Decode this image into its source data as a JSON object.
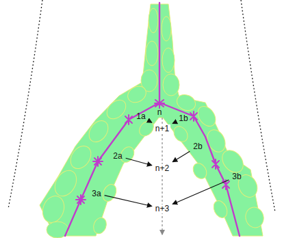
{
  "diagram": {
    "nodes": [
      {
        "text": [
          "n"
        ]
      },
      {
        "text": [
          "1a"
        ]
      },
      {
        "text": [
          "1b"
        ]
      },
      {
        "text": [
          "n+1"
        ]
      },
      {
        "text": [
          "2a"
        ]
      },
      {
        "text": [
          "2b"
        ]
      },
      {
        "text": [
          "n+2"
        ]
      },
      {
        "text": [
          "3a"
        ]
      },
      {
        "text": [
          "3b"
        ]
      },
      {
        "text": [
          "n+3"
        ]
      }
    ],
    "edges": [
      {
        "from": 1,
        "to": 3,
        "arrow": "to"
      },
      {
        "from": 2,
        "to": 3,
        "arrow": "to"
      },
      {
        "from": 4,
        "to": 6,
        "arrow": "to"
      },
      {
        "from": 5,
        "to": 6,
        "arrow": "to"
      },
      {
        "from": 7,
        "to": 9,
        "arrow": "to"
      },
      {
        "from": 8,
        "to": 9,
        "arrow": "to"
      }
    ]
  }
}
